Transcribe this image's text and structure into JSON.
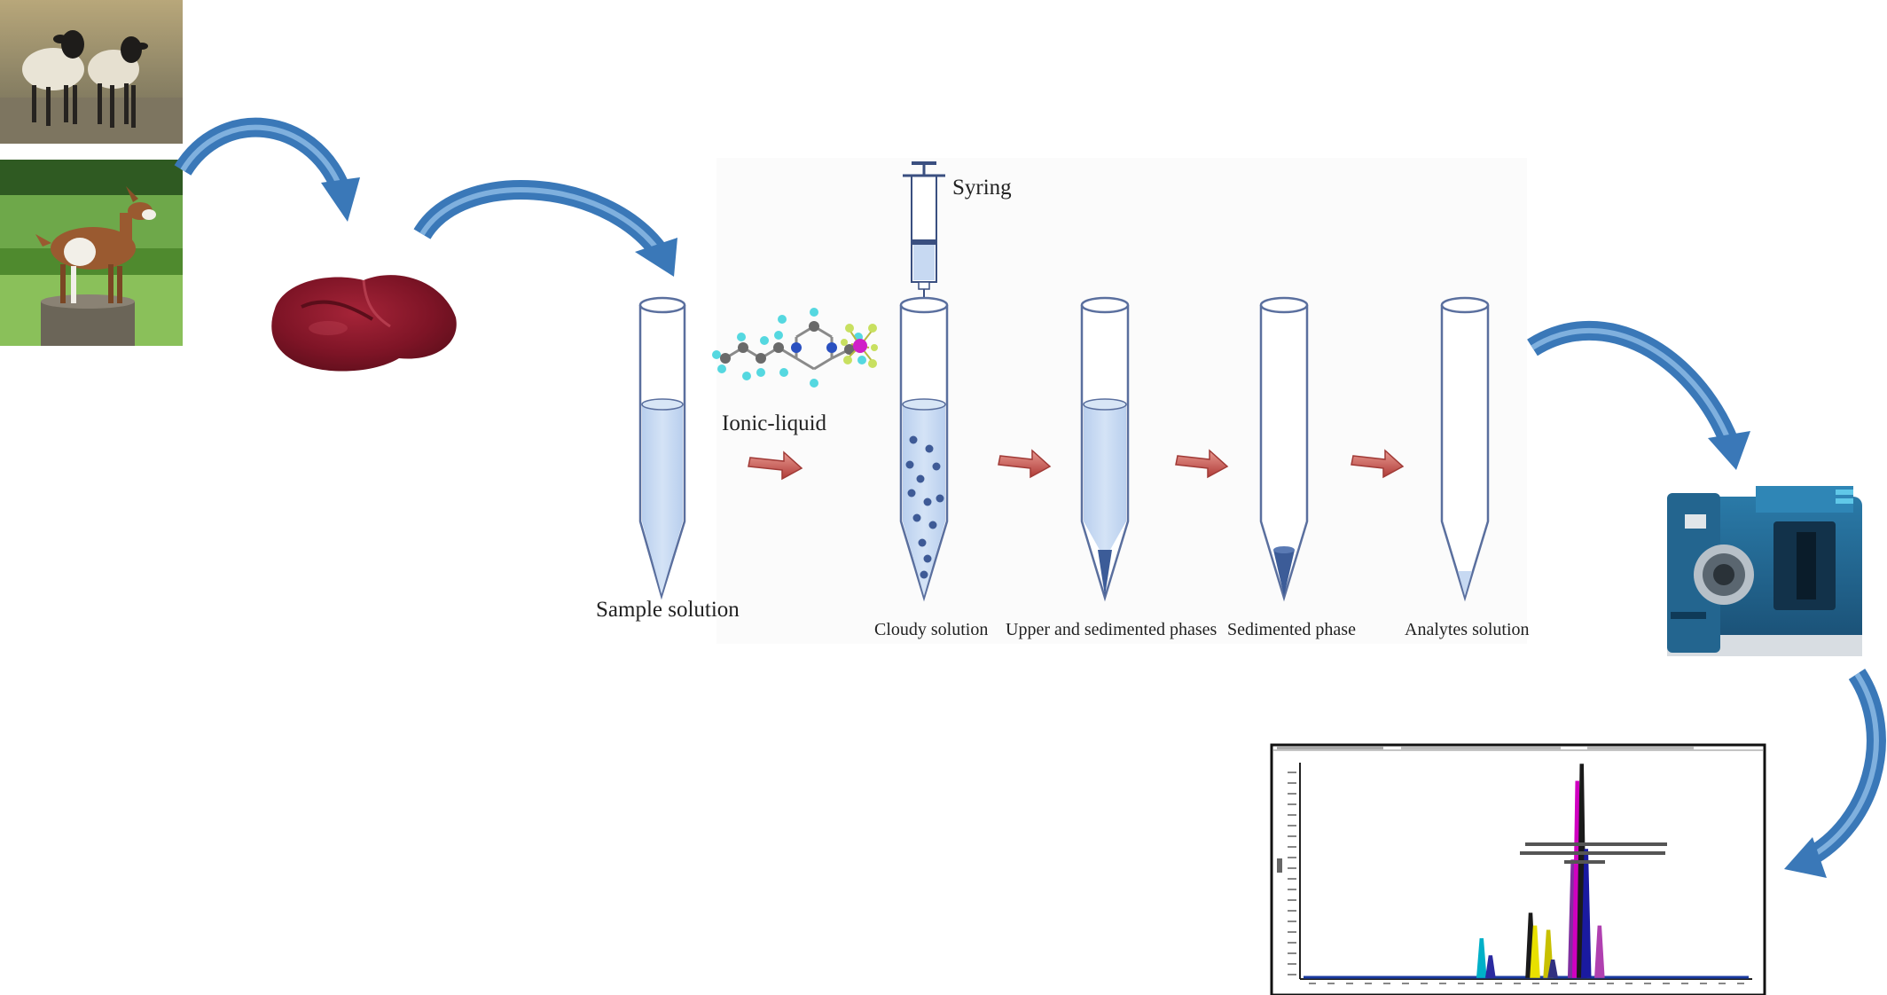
{
  "labels": {
    "syringe": "Syring",
    "ionic_liquid": "Ionic-liquid",
    "sample_solution": "Sample solution",
    "cloudy_solution": "Cloudy solution",
    "upper_sedimented": "Upper and sedimented phases",
    "sedimented_phase": "Sedimented phase",
    "analytes_solution": "Analytes solution"
  },
  "colors": {
    "flow_arrow": "#3a78b8",
    "step_arrow": "#c0504d",
    "tube_outline": "#5a6f9e",
    "liquid": "#c7d9f2",
    "sediment": "#3c5c98",
    "droplet": "#3e5a96",
    "liver": "#8b1a2a"
  },
  "chromatogram": {
    "peaks": [
      {
        "x": 0.4,
        "height": 0.18,
        "color": "#00b0c8"
      },
      {
        "x": 0.42,
        "height": 0.1,
        "color": "#2a2aa0"
      },
      {
        "x": 0.51,
        "height": 0.3,
        "color": "#1a1a1a"
      },
      {
        "x": 0.52,
        "height": 0.24,
        "color": "#e8e000"
      },
      {
        "x": 0.55,
        "height": 0.22,
        "color": "#c8c000"
      },
      {
        "x": 0.56,
        "height": 0.08,
        "color": "#303080"
      },
      {
        "x": 0.605,
        "height": 0.55,
        "color": "#8030a0"
      },
      {
        "x": 0.615,
        "height": 0.92,
        "color": "#d000c0"
      },
      {
        "x": 0.625,
        "height": 1.0,
        "color": "#1a1a1a"
      },
      {
        "x": 0.635,
        "height": 0.6,
        "color": "#1a1aa0"
      },
      {
        "x": 0.665,
        "height": 0.24,
        "color": "#b040b0"
      }
    ]
  }
}
